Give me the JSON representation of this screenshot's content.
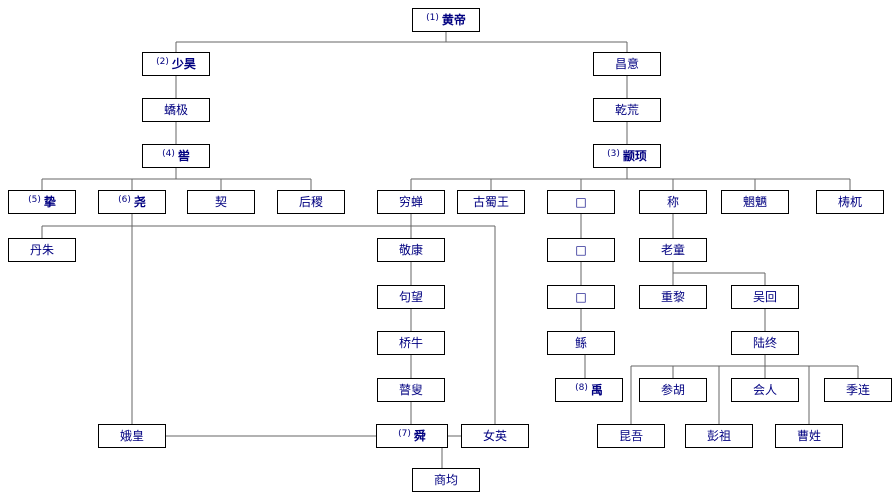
{
  "diagram": {
    "type": "family-tree",
    "subject": "黄帝世系",
    "colors": {
      "link_text": "#000080",
      "box_border": "#000000",
      "line": "#666666",
      "background": "#ffffff"
    },
    "nodes": {
      "huangdi": {
        "num": "(1)",
        "name": "黄帝"
      },
      "shaohao": {
        "num": "(2)",
        "name": "少昊"
      },
      "changyi": {
        "num": "",
        "name": "昌意"
      },
      "jiaoji": {
        "num": "",
        "name": "蟜极"
      },
      "qianhuang": {
        "num": "",
        "name": "乾荒"
      },
      "ku": {
        "num": "(4)",
        "name": "喾"
      },
      "zhuanxu": {
        "num": "(3)",
        "name": "颛顼"
      },
      "zhi": {
        "num": "(5)",
        "name": "挚"
      },
      "yao": {
        "num": "(6)",
        "name": "尧"
      },
      "xie": {
        "num": "",
        "name": "契"
      },
      "houji": {
        "num": "",
        "name": "后稷"
      },
      "qiongchan": {
        "num": "",
        "name": "穷蝉"
      },
      "gushuwang": {
        "num": "",
        "name": "古蜀王"
      },
      "unknown1": {
        "num": "",
        "name": "□"
      },
      "cheng": {
        "num": "",
        "name": "称"
      },
      "wangliang": {
        "num": "",
        "name": "魍魉"
      },
      "taowu": {
        "num": "",
        "name": "梼杌"
      },
      "danzhu": {
        "num": "",
        "name": "丹朱"
      },
      "jingkang": {
        "num": "",
        "name": "敬康"
      },
      "unknown2": {
        "num": "",
        "name": "□"
      },
      "laotong": {
        "num": "",
        "name": "老童"
      },
      "juwang": {
        "num": "",
        "name": "句望"
      },
      "unknown3": {
        "num": "",
        "name": "□"
      },
      "zhongli": {
        "num": "",
        "name": "重黎"
      },
      "wuhui": {
        "num": "",
        "name": "吴回"
      },
      "qiaoniu": {
        "num": "",
        "name": "桥牛"
      },
      "gun": {
        "num": "",
        "name": "鲧"
      },
      "luzhong": {
        "num": "",
        "name": "陆终"
      },
      "gusou": {
        "num": "",
        "name": "瞽叟"
      },
      "yu": {
        "num": "(8)",
        "name": "禹"
      },
      "canhu": {
        "num": "",
        "name": "参胡"
      },
      "huiren": {
        "num": "",
        "name": "会人"
      },
      "jilian": {
        "num": "",
        "name": "季连"
      },
      "ehuang": {
        "num": "",
        "name": "娥皇"
      },
      "shun": {
        "num": "(7)",
        "name": "舜"
      },
      "nuying": {
        "num": "",
        "name": "女英"
      },
      "kunwu": {
        "num": "",
        "name": "昆吾"
      },
      "pengzu": {
        "num": "",
        "name": "彭祖"
      },
      "caoxing": {
        "num": "",
        "name": "曹姓"
      },
      "shangjun": {
        "num": "",
        "name": "商均"
      }
    },
    "relations": [
      {
        "parent": "huangdi",
        "children": [
          "shaohao",
          "changyi"
        ]
      },
      {
        "parent": "shaohao",
        "children": [
          "jiaoji"
        ]
      },
      {
        "parent": "jiaoji",
        "children": [
          "ku"
        ]
      },
      {
        "parent": "changyi",
        "children": [
          "qianhuang"
        ]
      },
      {
        "parent": "qianhuang",
        "children": [
          "zhuanxu"
        ]
      },
      {
        "parent": "ku",
        "children": [
          "zhi",
          "yao",
          "xie",
          "houji"
        ]
      },
      {
        "parent": "zhuanxu",
        "children": [
          "qiongchan",
          "gushuwang",
          "unknown1",
          "cheng",
          "wangliang",
          "taowu"
        ]
      },
      {
        "parent": "yao",
        "children": [
          "danzhu",
          "ehuang",
          "nuying"
        ]
      },
      {
        "parent": "qiongchan",
        "children": [
          "jingkang"
        ]
      },
      {
        "parent": "jingkang",
        "children": [
          "juwang"
        ]
      },
      {
        "parent": "juwang",
        "children": [
          "qiaoniu"
        ]
      },
      {
        "parent": "qiaoniu",
        "children": [
          "gusou"
        ]
      },
      {
        "parent": "gusou",
        "children": [
          "shun"
        ]
      },
      {
        "parent": "unknown1",
        "children": [
          "unknown2"
        ]
      },
      {
        "parent": "unknown2",
        "children": [
          "unknown3"
        ]
      },
      {
        "parent": "unknown3",
        "children": [
          "gun"
        ]
      },
      {
        "parent": "gun",
        "children": [
          "yu"
        ]
      },
      {
        "parent": "cheng",
        "children": [
          "laotong"
        ]
      },
      {
        "parent": "laotong",
        "children": [
          "zhongli",
          "wuhui"
        ]
      },
      {
        "parent": "wuhui",
        "children": [
          "luzhong"
        ]
      },
      {
        "parent": "luzhong",
        "children": [
          "kunwu",
          "canhu",
          "pengzu",
          "huiren",
          "caoxing",
          "jilian"
        ]
      },
      {
        "parent": "shun",
        "children": [
          "shangjun"
        ]
      }
    ],
    "spouse_links": [
      [
        "ehuang",
        "shun"
      ],
      [
        "shun",
        "nuying"
      ]
    ]
  }
}
